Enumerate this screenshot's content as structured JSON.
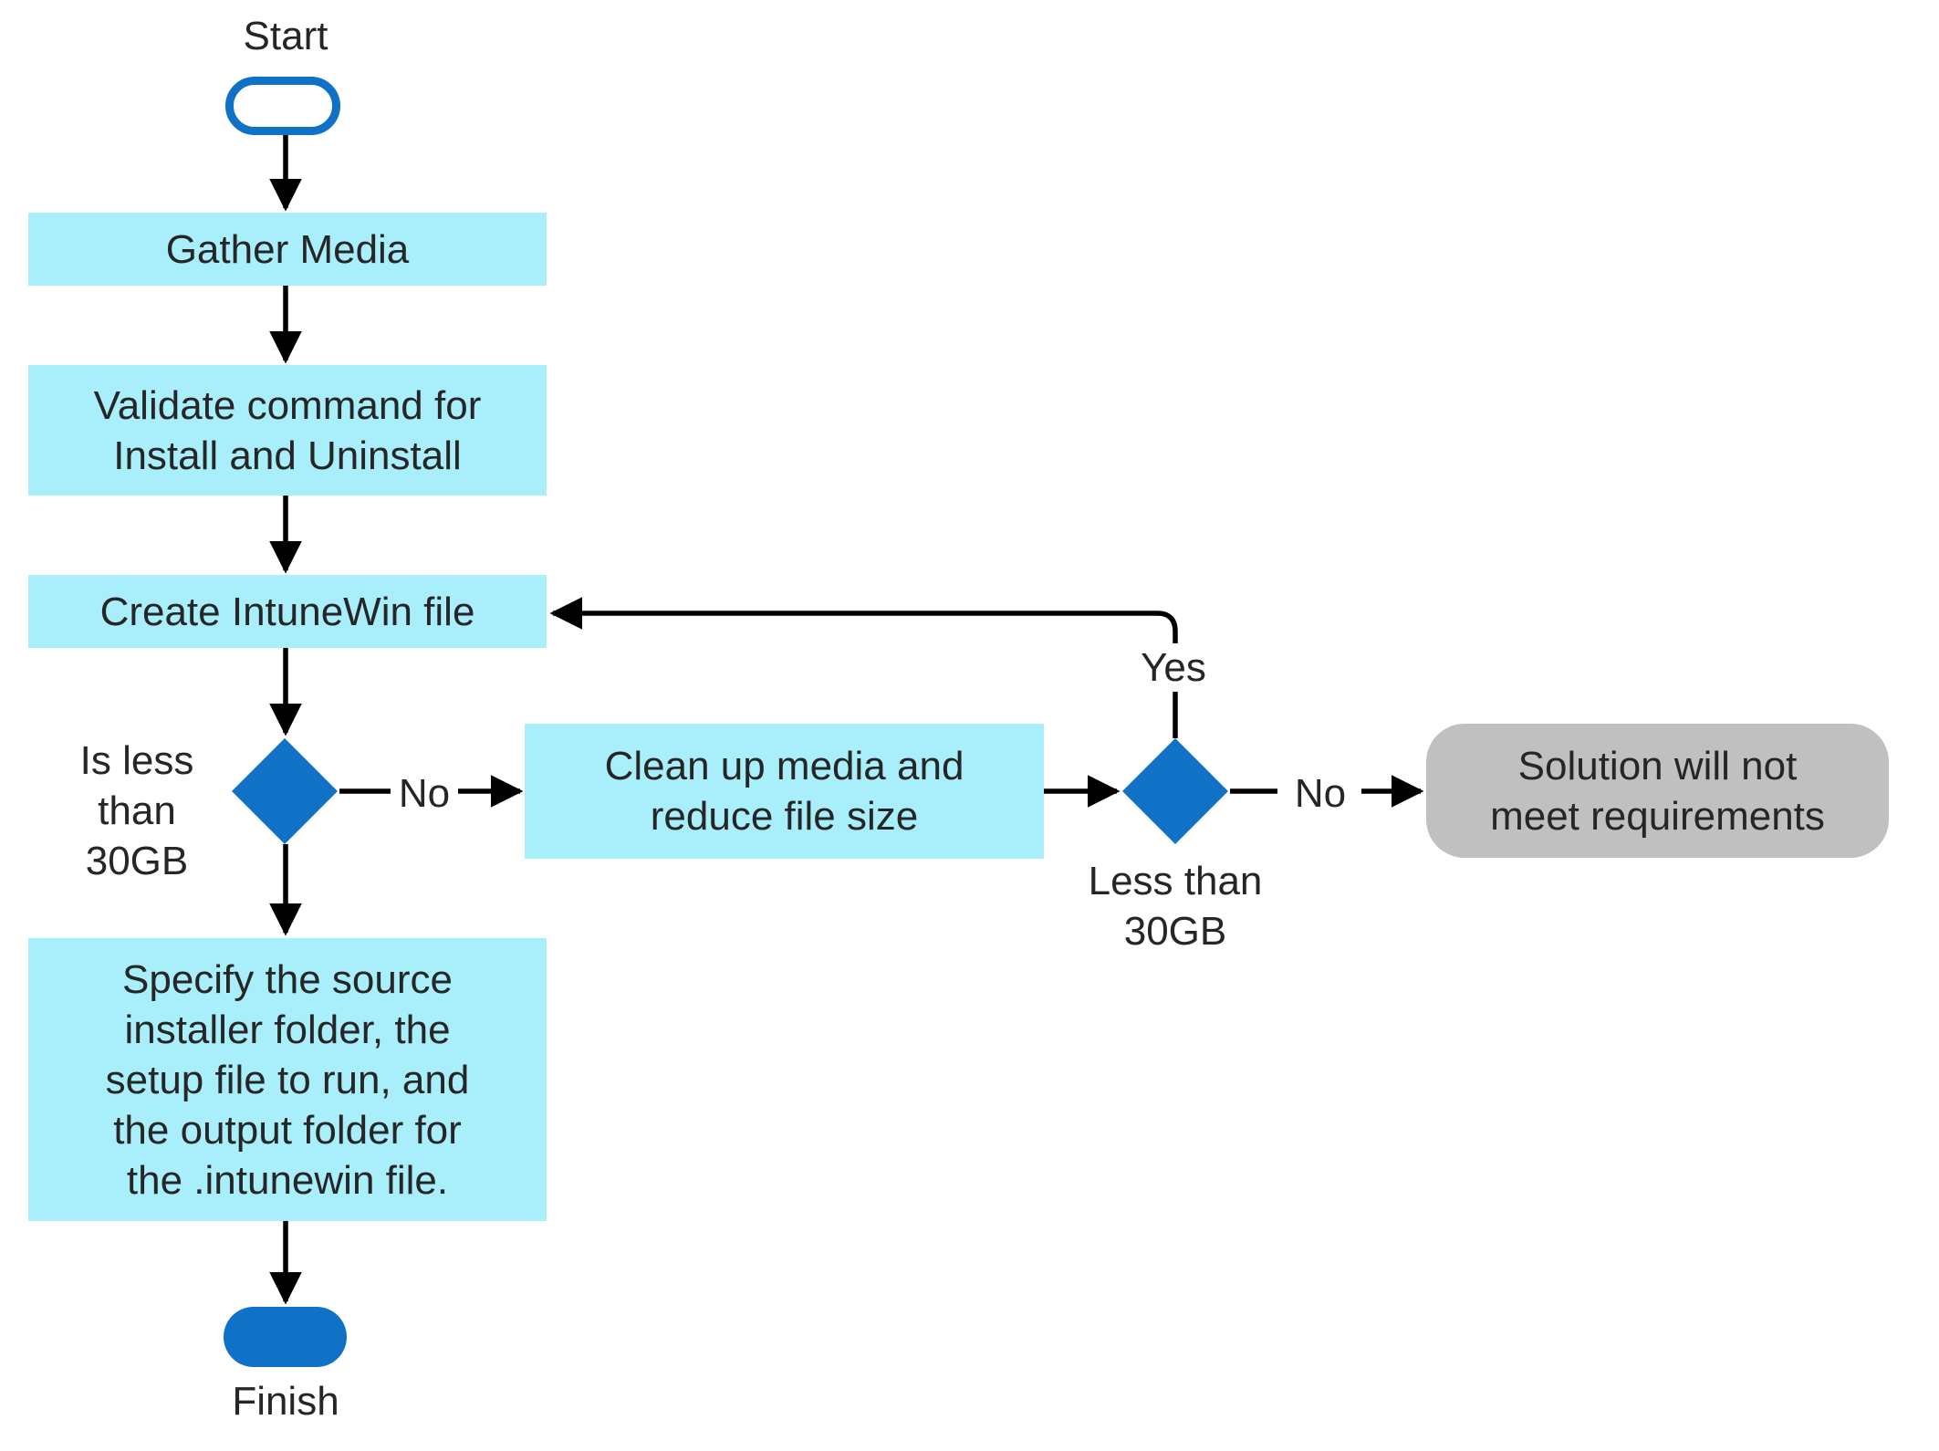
{
  "colors": {
    "process_fill": "#A8EEFB",
    "decision_fill": "#1072C6",
    "start_outline": "#1072C6",
    "finish_fill": "#1072C6",
    "endpoint_gray_fill": "#C0C0C0",
    "connector": "#000000",
    "text": "#262626"
  },
  "nodes": {
    "start": {
      "label": "Start",
      "type": "terminator"
    },
    "gather_media": {
      "label": "Gather Media",
      "type": "process"
    },
    "validate_command": {
      "label": "Validate command for\nInstall and Uninstall",
      "type": "process"
    },
    "create_intunewin": {
      "label": "Create IntuneWin file",
      "type": "process"
    },
    "is_less_than_30gb": {
      "label": "Is less\nthan 30GB",
      "type": "decision"
    },
    "clean_up_media": {
      "label": "Clean up media and\nreduce file size",
      "type": "process"
    },
    "less_than_30gb": {
      "label": "Less than\n30GB",
      "type": "decision"
    },
    "solution_not_meet": {
      "label": "Solution will not\nmeet requirements",
      "type": "endpoint"
    },
    "specify_source": {
      "label": "Specify the source\ninstaller folder, the\nsetup file to run, and\nthe output folder for\nthe .intunewin file.",
      "type": "process"
    },
    "finish": {
      "label": "Finish",
      "type": "terminator"
    }
  },
  "edge_labels": {
    "decision1_no": "No",
    "decision2_no": "No",
    "decision2_yes": "Yes"
  }
}
